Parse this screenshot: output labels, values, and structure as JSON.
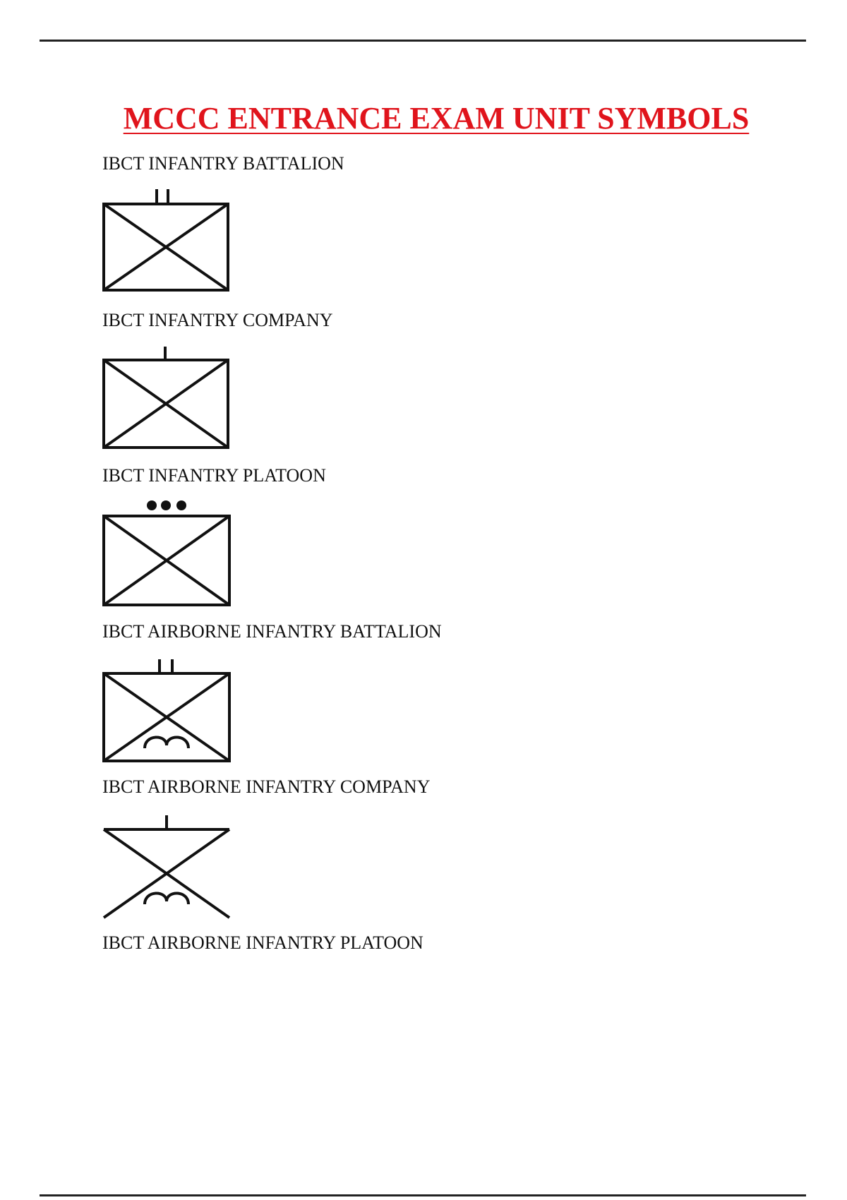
{
  "title": "MCCC ENTRANCE EXAM UNIT SYMBOLS",
  "symbols": [
    {
      "label": "IBCT INFANTRY BATTALION",
      "icon": "infantry-battalion-symbol"
    },
    {
      "label": "IBCT INFANTRY COMPANY",
      "icon": "infantry-company-symbol"
    },
    {
      "label": "IBCT INFANTRY PLATOON",
      "icon": "infantry-platoon-symbol"
    },
    {
      "label": "IBCT AIRBORNE INFANTRY BATTALION",
      "icon": "airborne-infantry-battalion-symbol"
    },
    {
      "label": "IBCT AIRBORNE INFANTRY COMPANY",
      "icon": "airborne-infantry-company-symbol"
    },
    {
      "label": "IBCT AIRBORNE INFANTRY PLATOON",
      "icon": "airborne-infantry-platoon-symbol"
    }
  ]
}
